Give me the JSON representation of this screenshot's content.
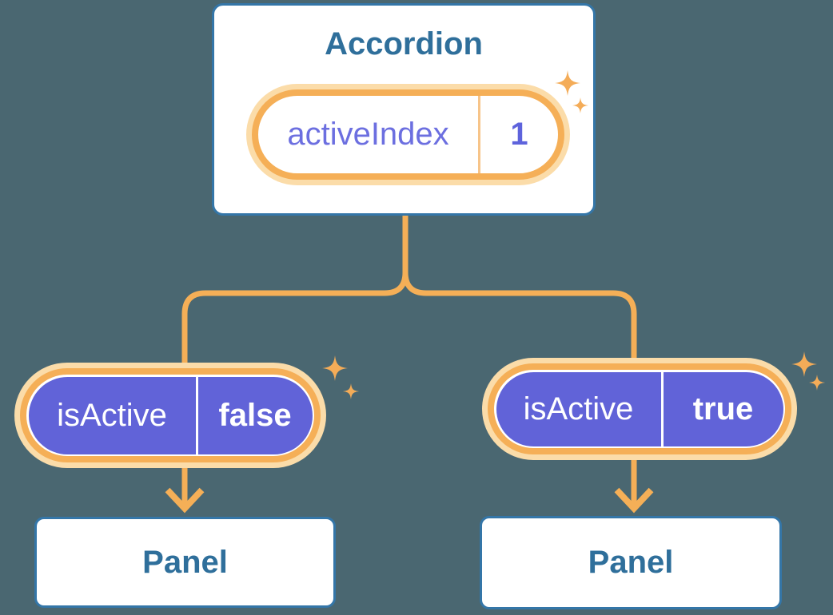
{
  "root": {
    "title": "Accordion",
    "prop_name": "activeIndex",
    "prop_value": "1"
  },
  "left_child": {
    "prop_name": "isActive",
    "prop_value": "false",
    "panel_label": "Panel"
  },
  "right_child": {
    "prop_name": "isActive",
    "prop_value": "true",
    "panel_label": "Panel"
  },
  "icons": {
    "sparkle": "sparkle-icon",
    "arrow": "arrow-down-icon"
  },
  "colors": {
    "background": "#4A6771",
    "card_border_blue": "#3476A8",
    "heading_text_blue": "#2F6F9B",
    "connector_orange": "#F5AF57",
    "halo_cream": "#FBDCA9",
    "pill_divider_orange": "#F7C489",
    "state_purple_fill": "#6163D8",
    "state_text_purple": "#6C6FE0",
    "sparkle_orange": "#F4AC58",
    "card_fill": "#FFFFFF"
  }
}
